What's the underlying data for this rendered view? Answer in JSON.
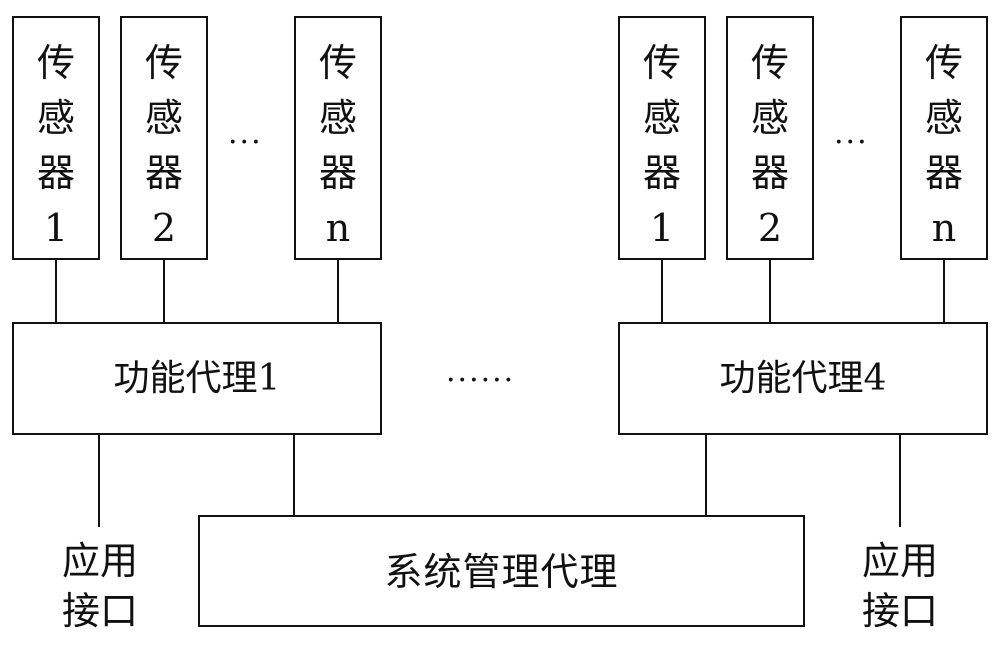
{
  "left_group": {
    "sensors": [
      {
        "chars": [
          "传",
          "感",
          "器"
        ],
        "index": "1"
      },
      {
        "chars": [
          "传",
          "感",
          "器"
        ],
        "index": "2"
      },
      {
        "chars": [
          "传",
          "感",
          "器"
        ],
        "index": "n"
      }
    ],
    "ellipsis": "···",
    "agent_label": "功能代理1"
  },
  "right_group": {
    "sensors": [
      {
        "chars": [
          "传",
          "感",
          "器"
        ],
        "index": "1"
      },
      {
        "chars": [
          "传",
          "感",
          "器"
        ],
        "index": "2"
      },
      {
        "chars": [
          "传",
          "感",
          "器"
        ],
        "index": "n"
      }
    ],
    "ellipsis": "···",
    "agent_label": "功能代理4"
  },
  "middle_ellipsis": "······",
  "system_manager_label": "系统管理代理",
  "app_interface_left": {
    "line1": "应用",
    "line2": "接口"
  },
  "app_interface_right": {
    "line1": "应用",
    "line2": "接口"
  }
}
